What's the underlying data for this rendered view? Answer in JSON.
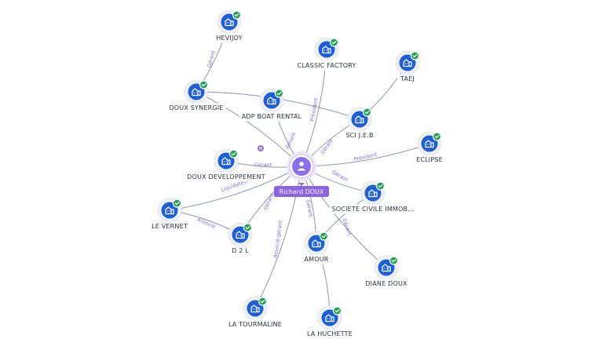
{
  "graph": {
    "center": {
      "label": "Richard DOUX",
      "icon": "person-icon"
    },
    "colors": {
      "company": "#1e5fd6",
      "check": "#22a052",
      "person": "#8b6fe8",
      "edge_label": "#7b6fd8"
    },
    "nodes": [
      {
        "id": "hevijoy",
        "label": "HEVIJOY"
      },
      {
        "id": "classic",
        "label": "CLASSIC FACTORY"
      },
      {
        "id": "taej",
        "label": "TAEJ"
      },
      {
        "id": "doux_synergie",
        "label": "DOUX SYNERGIE"
      },
      {
        "id": "adp",
        "label": "ADP BOAT RENTAL"
      },
      {
        "id": "sci_jeb",
        "label": "SCI J.E.B"
      },
      {
        "id": "eclipse",
        "label": "ECLIPSE"
      },
      {
        "id": "doux_dev",
        "label": "DOUX DEVELOPPEMENT"
      },
      {
        "id": "sci_immo",
        "label": "SOCIETE CIVILE IMMOB..."
      },
      {
        "id": "le_vernet",
        "label": "LE VERNET"
      },
      {
        "id": "d2l",
        "label": "D 2 L"
      },
      {
        "id": "amour",
        "label": "AMOUR"
      },
      {
        "id": "diane",
        "label": "DIANE DOUX"
      },
      {
        "id": "tourmaline",
        "label": "LA TOURMALINE"
      },
      {
        "id": "huchette",
        "label": "LA HUCHETTE"
      }
    ],
    "edges": [
      {
        "from": "center",
        "to": "doux_synergie",
        "label": ""
      },
      {
        "from": "center",
        "to": "adp",
        "label": "Gérant"
      },
      {
        "from": "center",
        "to": "classic",
        "label": "Président"
      },
      {
        "from": "center",
        "to": "sci_jeb",
        "label": "Gérant"
      },
      {
        "from": "center",
        "to": "eclipse",
        "label": "Président"
      },
      {
        "from": "center",
        "to": "doux_dev",
        "label": "Gérant"
      },
      {
        "from": "center",
        "to": "sci_immo",
        "label": "Gérant"
      },
      {
        "from": "center",
        "to": "le_vernet",
        "label": "Liquidateur"
      },
      {
        "from": "center",
        "to": "d2l",
        "label": "Gérant"
      },
      {
        "from": "center",
        "to": "amour",
        "label": "Gérant"
      },
      {
        "from": "center",
        "to": "diane",
        "label": "Gérant"
      },
      {
        "from": "center",
        "to": "tourmaline",
        "label": "Associé-gérant"
      },
      {
        "from": "doux_synergie",
        "to": "hevijoy",
        "label": "Gérant"
      },
      {
        "from": "doux_synergie",
        "to": "sci_jeb",
        "label": ""
      },
      {
        "from": "sci_jeb",
        "to": "taej",
        "label": ""
      },
      {
        "from": "le_vernet",
        "to": "d2l",
        "label": "Associé"
      },
      {
        "from": "sci_immo",
        "to": "amour",
        "label": ""
      },
      {
        "from": "amour",
        "to": "huchette",
        "label": ""
      }
    ]
  }
}
